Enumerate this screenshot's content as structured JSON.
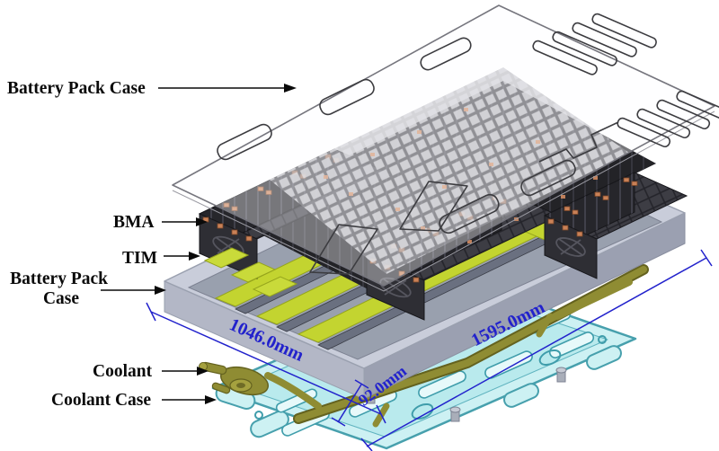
{
  "diagram": {
    "type": "exploded-assembly-diagram",
    "subject": "battery pack exploded view",
    "callouts": [
      {
        "part": "battery-pack-case-top",
        "lines": [
          "Battery Pack Case"
        ]
      },
      {
        "part": "bma",
        "lines": [
          "BMA"
        ]
      },
      {
        "part": "tim",
        "lines": [
          "TIM"
        ]
      },
      {
        "part": "battery-pack-case-bottom",
        "lines": [
          "Battery Pack",
          "Case"
        ]
      },
      {
        "part": "coolant",
        "lines": [
          "Coolant"
        ]
      },
      {
        "part": "coolant-case",
        "lines": [
          "Coolant Case"
        ]
      }
    ],
    "dimensions": {
      "width": "1046.0mm",
      "length": "1595.0mm",
      "height": "92.0mm"
    },
    "colors": {
      "background": "#ffffff",
      "label_text": "#0a0a0a",
      "dimension_blue": "#2222cc",
      "cover_stroke": "#76767e",
      "module_dark": "#26262b",
      "module_top": "#3d3d44",
      "terminal_copper": "#c98157",
      "tim_yellow": "#c3d430",
      "tray_silver": "#c9cdda",
      "coolant_olive": "#8f8c33",
      "coolant_case_cyan": "#cdf1f3"
    }
  }
}
